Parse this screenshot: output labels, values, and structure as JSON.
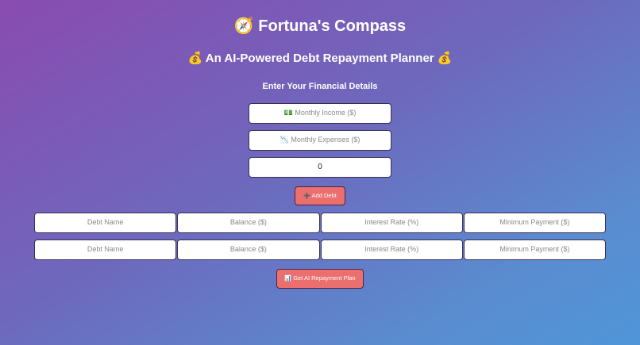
{
  "header": {
    "title_icon": "🧭",
    "title": "Fortuna's Compass",
    "subtitle_icon": "💰",
    "subtitle": "An AI-Powered Debt Repayment Planner",
    "section_title": "Enter Your Financial Details"
  },
  "form": {
    "monthly_income_placeholder": "💵 Monthly Income ($)",
    "monthly_expenses_placeholder": "📉 Monthly Expenses ($)",
    "extra_value": "0",
    "add_debt_icon": "➕",
    "add_debt_label": "Add Debt",
    "submit_icon": "📊",
    "submit_label": "Get AI Repayment Plan"
  },
  "debts": [
    {
      "name": "Debt Name",
      "balance": "Balance ($)",
      "rate": "Interest Rate (%)",
      "min": "Minimum Payment ($)"
    },
    {
      "name": "Debt Name",
      "balance": "Balance ($)",
      "rate": "Interest Rate (%)",
      "min": "Minimum Payment ($)"
    }
  ],
  "colors": {
    "gradient_start": "#8a4bb0",
    "gradient_end": "#4f96d8",
    "button": "#ec6f6f"
  }
}
